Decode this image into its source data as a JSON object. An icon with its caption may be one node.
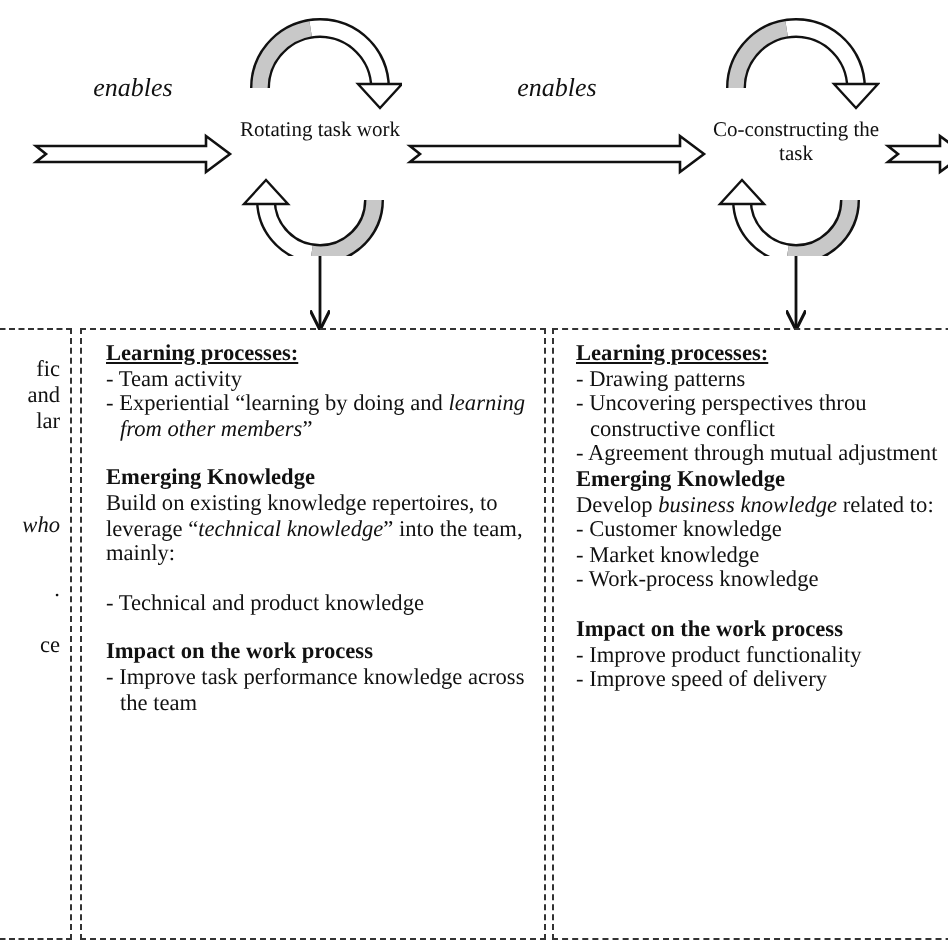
{
  "diagram": {
    "nodes": [
      {
        "text": [
          "Rotating task work"
        ]
      },
      {
        "text": [
          "Co-constructing the task"
        ]
      },
      {
        "text": [
          "fic",
          "and",
          "lar",
          "who",
          ".",
          "ce"
        ]
      },
      {
        "text": [
          "Learning processes:",
          "- Team activity",
          "- Experiential “learning by doing and *learning from other members*”",
          "Emerging Knowledge",
          "Build on existing knowledge repertoires, to leverage “*technical knowledge*” into the team, mainly:",
          "- Technical and product knowledge",
          "Impact on the work process",
          "- Improve task performance knowledge across the team"
        ]
      },
      {
        "text": [
          "Learning processes:",
          "- Drawing patterns",
          "- Uncovering perspectives throu constructive conflict",
          "- Agreement through mutual adjustment",
          "Emerging Knowledge",
          "Develop *business knowledge* related to:",
          "- Customer knowledge",
          "- Market knowledge",
          "- Work-process knowledge",
          "Impact on the work process",
          "- Improve product functionality",
          "- Improve speed of delivery"
        ]
      }
    ],
    "edges": [
      {
        "from": null,
        "to": 0,
        "arrow": "to",
        "label": "enables",
        "style": "thick"
      },
      {
        "from": 0,
        "to": 1,
        "arrow": "to",
        "label": "enables",
        "style": "thick"
      },
      {
        "from": 1,
        "to": null,
        "arrow": "to",
        "style": "thick"
      },
      {
        "from": 0,
        "to": 3,
        "arrow": "to"
      },
      {
        "from": 1,
        "to": 4,
        "arrow": "to"
      }
    ]
  }
}
